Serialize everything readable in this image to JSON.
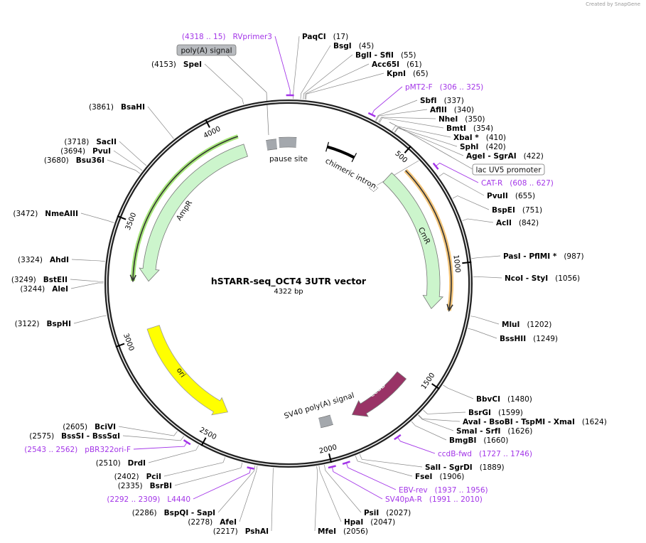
{
  "branding": "Created by SnapGene",
  "map": {
    "name": "hSTARR-seq_OCT4 3UTR vector",
    "length": "4322 bp",
    "total_bp": 4322
  },
  "ticks": [
    "500",
    "1000",
    "1500",
    "2000",
    "2500",
    "3000",
    "3500",
    "4000"
  ],
  "features": {
    "ampr": {
      "label": "AmpR",
      "start": 3253,
      "end": 4108,
      "direction": "reverse",
      "color": "#ccf5cc"
    },
    "cmr": {
      "label": "CmR",
      "start": 516,
      "end": 1200,
      "direction": "forward",
      "color": "#ccf5cc"
    },
    "ori": {
      "label": "ori",
      "start": 2465,
      "end": 3027,
      "direction": "reverse",
      "color": "#ffff00"
    },
    "ccdb": {
      "label": "ccdB",
      "start": 1549,
      "end": 1850,
      "direction": "forward",
      "color": "#993366"
    },
    "pause_site": {
      "label": "pause site"
    },
    "chimeric_intron": {
      "label": "chimeric intron"
    },
    "sv40_polya": {
      "label": "SV40 poly(A) signal"
    },
    "polya": {
      "label": "poly(A) signal"
    },
    "lac_uv5": {
      "label": "lac UV5 promoter"
    }
  },
  "colors": {
    "backbone": "#222222",
    "primer": "#a335e8",
    "orf_orange": "#f5c67a",
    "orf_green": "#a6e67a",
    "grey_feature": "#a4a8ad"
  },
  "enzymes": [
    {
      "label": "PaqCI",
      "pos": "(17)",
      "bp": 17
    },
    {
      "label": "BsgI",
      "pos": "(45)",
      "bp": 45
    },
    {
      "label": "BglI  - SfiI",
      "pos": "(55)",
      "bp": 55
    },
    {
      "label": "Acc65I",
      "pos": "(61)",
      "bp": 61
    },
    {
      "label": "KpnI",
      "pos": "(65)",
      "bp": 65
    },
    {
      "label": "SbfI",
      "pos": "(337)",
      "bp": 337
    },
    {
      "label": "AflII",
      "pos": "(340)",
      "bp": 340
    },
    {
      "label": "NheI",
      "pos": "(350)",
      "bp": 350
    },
    {
      "label": "BmtI",
      "pos": "(354)",
      "bp": 354
    },
    {
      "label": "XbaI *",
      "pos": "(410)",
      "bp": 410
    },
    {
      "label": "SphI",
      "pos": "(420)",
      "bp": 420
    },
    {
      "label": "AgeI  - SgrAI",
      "pos": "(422)",
      "bp": 422
    },
    {
      "label": "PvuII",
      "pos": "(655)",
      "bp": 655
    },
    {
      "label": "BspEI",
      "pos": "(751)",
      "bp": 751
    },
    {
      "label": "AclI",
      "pos": "(842)",
      "bp": 842
    },
    {
      "label": "PasI  - PflMI *",
      "pos": "(987)",
      "bp": 987
    },
    {
      "label": "NcoI  - StyI",
      "pos": "(1056)",
      "bp": 1056
    },
    {
      "label": "MluI",
      "pos": "(1202)",
      "bp": 1202
    },
    {
      "label": "BssHII",
      "pos": "(1249)",
      "bp": 1249
    },
    {
      "label": "BbvCI",
      "pos": "(1480)",
      "bp": 1480
    },
    {
      "label": "BsrGI",
      "pos": "(1599)",
      "bp": 1599
    },
    {
      "label": "AvaI  - BsoBI  - TspMI  - XmaI",
      "pos": "(1624)",
      "bp": 1624
    },
    {
      "label": "SmaI  - SrfI",
      "pos": "(1626)",
      "bp": 1626
    },
    {
      "label": "BmgBI",
      "pos": "(1660)",
      "bp": 1660
    },
    {
      "label": "SalI  - SgrDI",
      "pos": "(1889)",
      "bp": 1889
    },
    {
      "label": "FseI",
      "pos": "(1906)",
      "bp": 1906
    },
    {
      "label": "PsiI",
      "pos": "(2027)",
      "bp": 2027
    },
    {
      "label": "HpaI",
      "pos": "(2047)",
      "bp": 2047
    },
    {
      "label": "MfeI",
      "pos": "(2056)",
      "bp": 2056
    },
    {
      "label": "PshAI",
      "pos": "(2217)",
      "bp": 2217
    },
    {
      "label": "AfeI",
      "pos": "(2278)",
      "bp": 2278
    },
    {
      "label": "BspQI  - SapI",
      "pos": "(2286)",
      "bp": 2286
    },
    {
      "label": "BsrBI",
      "pos": "(2335)",
      "bp": 2335
    },
    {
      "label": "PciI",
      "pos": "(2402)",
      "bp": 2402
    },
    {
      "label": "DrdI",
      "pos": "(2510)",
      "bp": 2510
    },
    {
      "label": "BssSI  - BssSαI",
      "pos": "(2575)",
      "bp": 2575
    },
    {
      "label": "BciVI",
      "pos": "(2605)",
      "bp": 2605
    },
    {
      "label": "BspHI",
      "pos": "(3122)",
      "bp": 3122
    },
    {
      "label": "AleI",
      "pos": "(3244)",
      "bp": 3244
    },
    {
      "label": "BstEII",
      "pos": "(3249)",
      "bp": 3249
    },
    {
      "label": "AhdI",
      "pos": "(3324)",
      "bp": 3324
    },
    {
      "label": "NmeAIII",
      "pos": "(3472)",
      "bp": 3472
    },
    {
      "label": "Bsu36I",
      "pos": "(3680)",
      "bp": 3680
    },
    {
      "label": "PvuI",
      "pos": "(3694)",
      "bp": 3694
    },
    {
      "label": "SacII",
      "pos": "(3718)",
      "bp": 3718
    },
    {
      "label": "BsaHI",
      "pos": "(3861)",
      "bp": 3861
    },
    {
      "label": "SpeI",
      "pos": "(4153)",
      "bp": 4153
    }
  ],
  "primers": [
    {
      "label": "RVprimer3",
      "range": "(4318 .. 15)",
      "start": 4318,
      "end": 15
    },
    {
      "label": "pMT2-F",
      "range": "(306 .. 325)",
      "start": 306,
      "end": 325
    },
    {
      "label": "CAT-R",
      "range": "(608 .. 627)",
      "start": 608,
      "end": 627
    },
    {
      "label": "ccdB-fwd",
      "range": "(1727 .. 1746)",
      "start": 1727,
      "end": 1746
    },
    {
      "label": "EBV-rev",
      "range": "(1937 .. 1956)",
      "start": 1937,
      "end": 1956
    },
    {
      "label": "SV40pA-R",
      "range": "(1991 .. 2010)",
      "start": 1991,
      "end": 2010
    },
    {
      "label": "L4440",
      "range": "(2292 .. 2309)",
      "start": 2292,
      "end": 2309
    },
    {
      "label": "pBR322ori-F",
      "range": "(2543 .. 2562)",
      "start": 2543,
      "end": 2562
    }
  ]
}
